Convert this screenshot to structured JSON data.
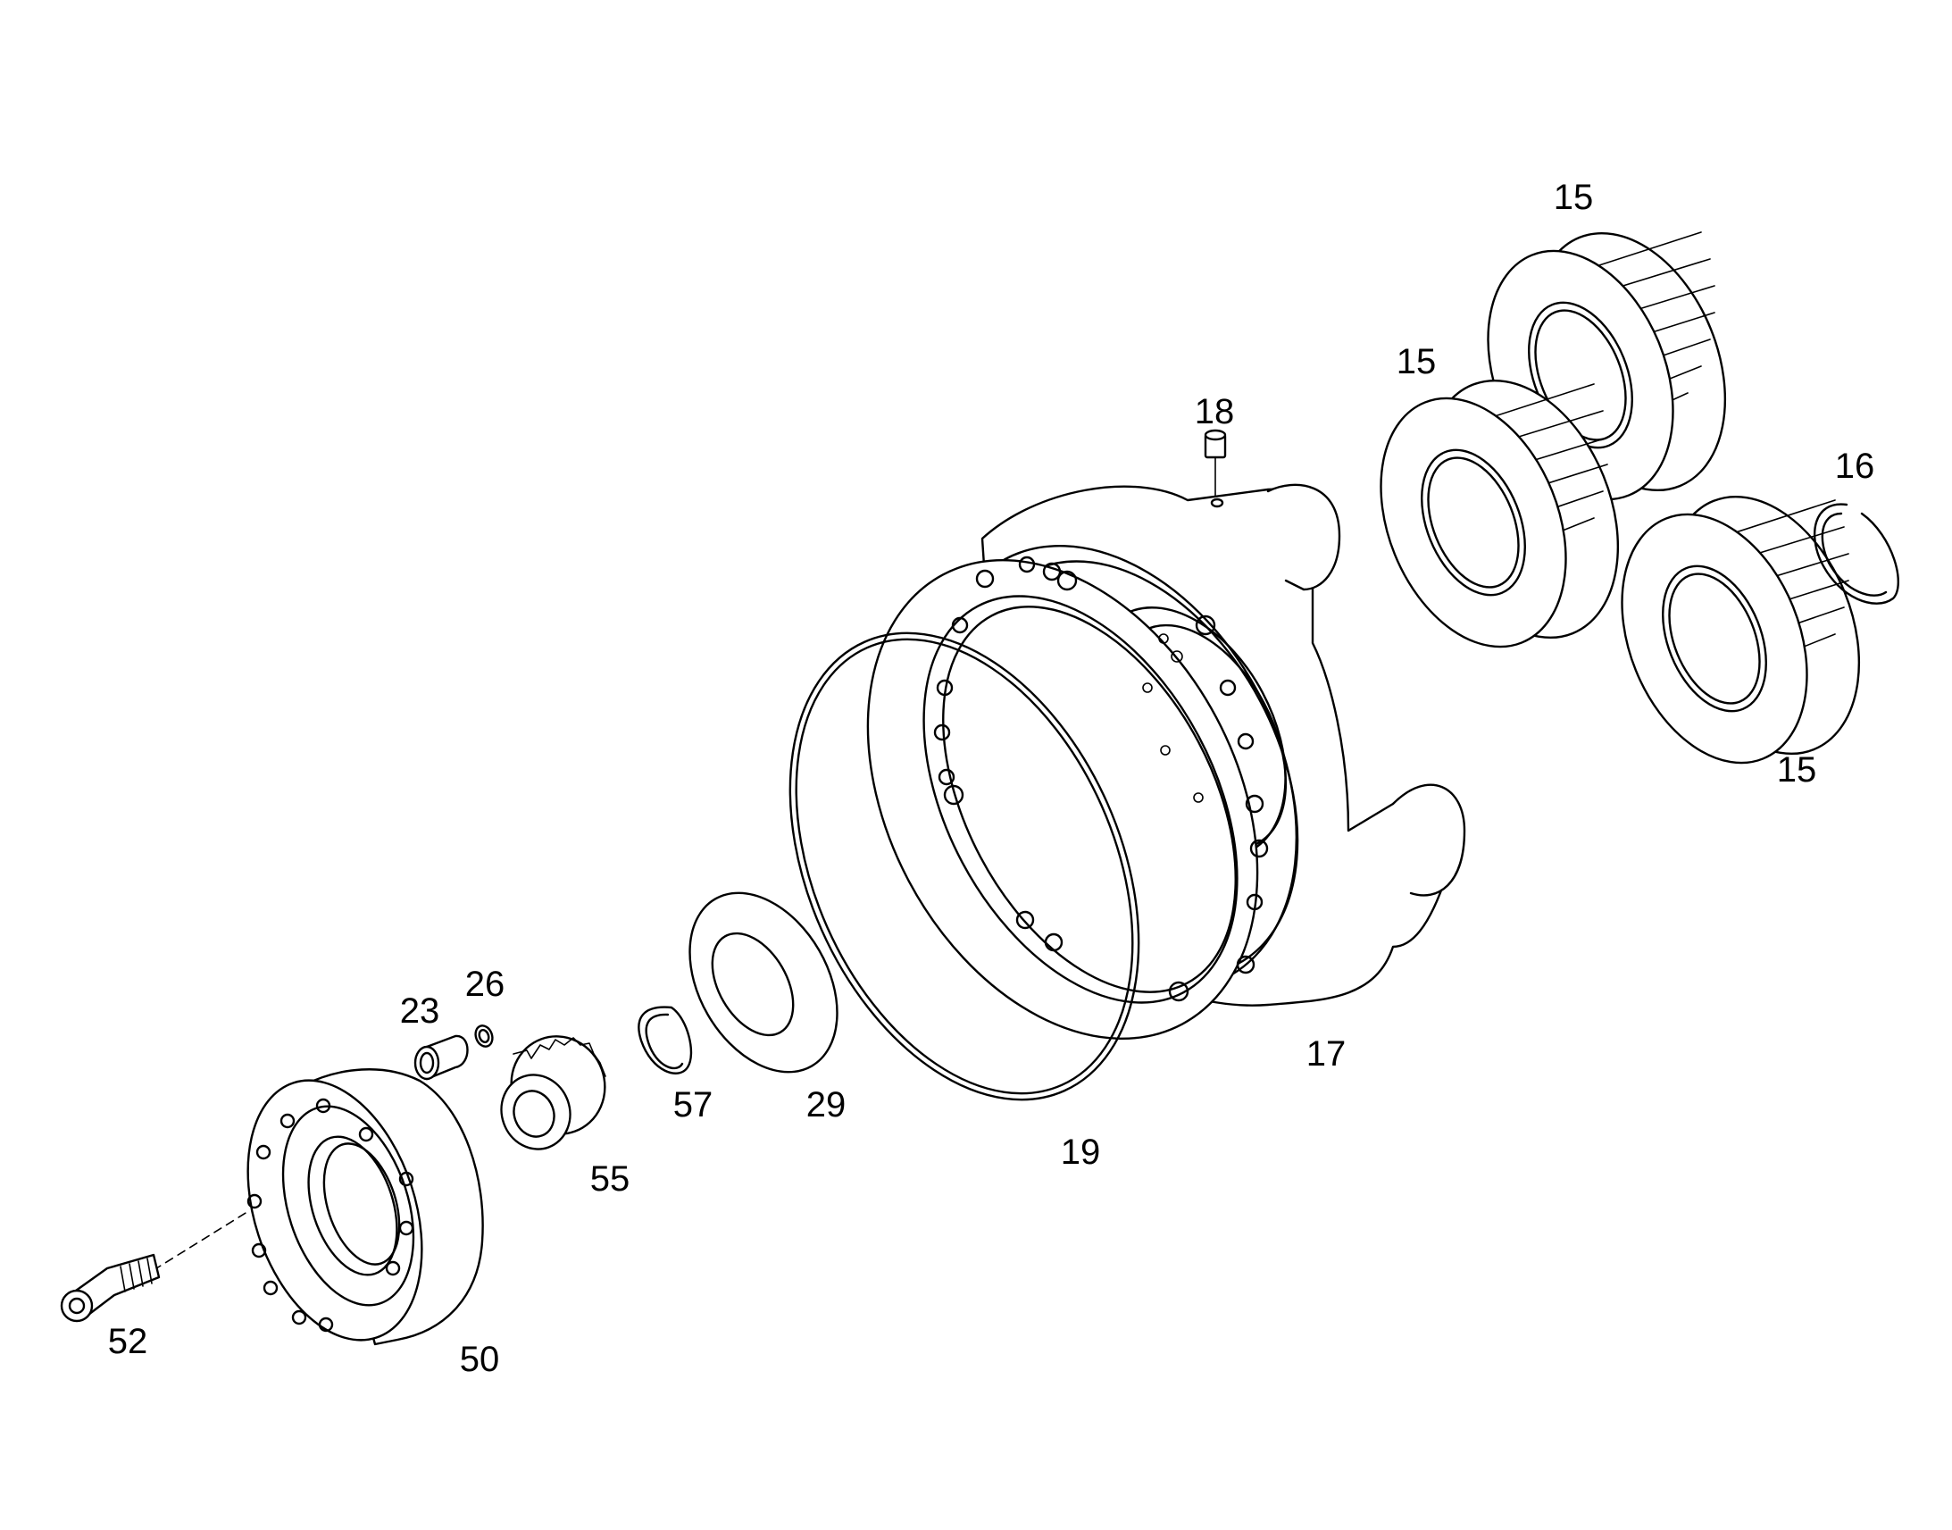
{
  "callouts": {
    "c15a": "15",
    "c15b": "15",
    "c15c": "15",
    "c16": "16",
    "c17": "17",
    "c18": "18",
    "c19": "19",
    "c23": "23",
    "c26": "26",
    "c29": "29",
    "c50": "50",
    "c52": "52",
    "c55": "55",
    "c57": "57"
  },
  "colors": {
    "line": "#000000",
    "background": "#ffffff"
  }
}
